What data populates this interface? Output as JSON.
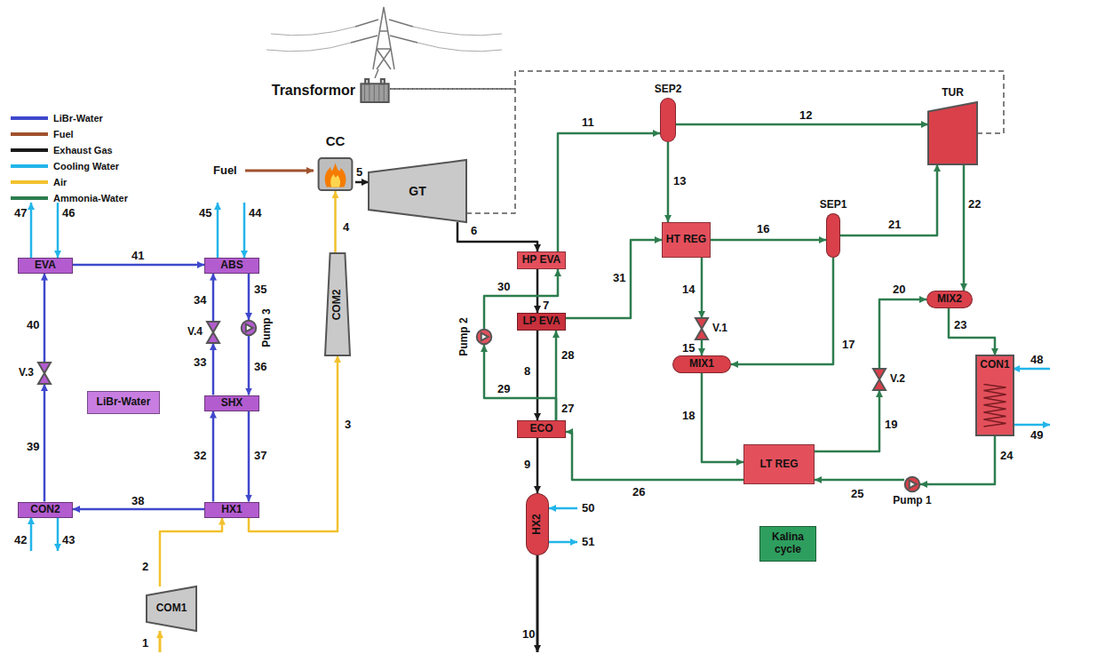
{
  "diagram": {
    "nodes": [
      {
        "text": [
          "Transformor"
        ]
      },
      {
        "text": [
          "CC"
        ]
      },
      {
        "text": [
          "GT"
        ]
      },
      {
        "text": [
          "COM2"
        ]
      },
      {
        "text": [
          "COM1"
        ]
      },
      {
        "text": [
          "HX1"
        ]
      },
      {
        "text": [
          "CON2"
        ]
      },
      {
        "text": [
          "EVA"
        ]
      },
      {
        "text": [
          "ABS"
        ]
      },
      {
        "text": [
          "SHX"
        ]
      },
      {
        "text": [
          "V.3"
        ]
      },
      {
        "text": [
          "V.4"
        ]
      },
      {
        "text": [
          "Pump 3"
        ]
      },
      {
        "text": [
          "LiBr-Water"
        ]
      },
      {
        "text": [
          "HP EVA"
        ]
      },
      {
        "text": [
          "LP EVA"
        ]
      },
      {
        "text": [
          "ECO"
        ]
      },
      {
        "text": [
          "HX2"
        ]
      },
      {
        "text": [
          "Pump 2"
        ]
      },
      {
        "text": [
          "SEP2"
        ]
      },
      {
        "text": [
          "TUR"
        ]
      },
      {
        "text": [
          "HT REG"
        ]
      },
      {
        "text": [
          "SEP1"
        ]
      },
      {
        "text": [
          "V.1"
        ]
      },
      {
        "text": [
          "MIX1"
        ]
      },
      {
        "text": [
          "MIX2"
        ]
      },
      {
        "text": [
          "V.2"
        ]
      },
      {
        "text": [
          "CON1"
        ]
      },
      {
        "text": [
          "LT REG"
        ]
      },
      {
        "text": [
          "Pump 1"
        ]
      },
      {
        "text": [
          "Kalina cycle"
        ]
      }
    ],
    "edges": [
      {
        "from": 4,
        "to": 5,
        "arrow": "to"
      },
      {
        "from": 5,
        "to": 3,
        "arrow": "to"
      },
      {
        "from": 3,
        "to": 1,
        "arrow": "to"
      },
      {
        "from": 1,
        "to": 2,
        "arrow": "to"
      },
      {
        "from": 2,
        "to": 14,
        "arrow": "to"
      },
      {
        "from": 14,
        "to": 15,
        "arrow": "to"
      },
      {
        "from": 15,
        "to": 16,
        "arrow": "to"
      },
      {
        "from": 16,
        "to": 17,
        "arrow": "to"
      },
      {
        "from": 29,
        "to": 28,
        "arrow": "to"
      },
      {
        "from": 28,
        "to": 16,
        "arrow": "to"
      },
      {
        "from": 16,
        "to": 15,
        "arrow": "to"
      },
      {
        "from": 16,
        "to": 18,
        "arrow": "to"
      },
      {
        "from": 18,
        "to": 14,
        "arrow": "to"
      },
      {
        "from": 14,
        "to": 19,
        "arrow": "to"
      },
      {
        "from": 15,
        "to": 21,
        "arrow": "to"
      },
      {
        "from": 19,
        "to": 20,
        "arrow": "to"
      },
      {
        "from": 19,
        "to": 21,
        "arrow": "to"
      },
      {
        "from": 21,
        "to": 22,
        "arrow": "to"
      },
      {
        "from": 21,
        "to": 23,
        "arrow": "to"
      },
      {
        "from": 23,
        "to": 24,
        "arrow": "to"
      },
      {
        "from": 22,
        "to": 24,
        "arrow": "to"
      },
      {
        "from": 22,
        "to": 20,
        "arrow": "to"
      },
      {
        "from": 20,
        "to": 25,
        "arrow": "to"
      },
      {
        "from": 24,
        "to": 28,
        "arrow": "to"
      },
      {
        "from": 28,
        "to": 26,
        "arrow": "to"
      },
      {
        "from": 26,
        "to": 25,
        "arrow": "to"
      },
      {
        "from": 25,
        "to": 27,
        "arrow": "to"
      },
      {
        "from": 27,
        "to": 29,
        "arrow": "to"
      },
      {
        "from": 5,
        "to": 6,
        "arrow": "to"
      },
      {
        "from": 6,
        "to": 10,
        "arrow": "to"
      },
      {
        "from": 10,
        "to": 7,
        "arrow": "to"
      },
      {
        "from": 7,
        "to": 8,
        "arrow": "to"
      },
      {
        "from": 8,
        "to": 12,
        "arrow": "to"
      },
      {
        "from": 12,
        "to": 9,
        "arrow": "to"
      },
      {
        "from": 9,
        "to": 5,
        "arrow": "to"
      },
      {
        "from": 5,
        "to": 9,
        "arrow": "to"
      },
      {
        "from": 9,
        "to": 11,
        "arrow": "to"
      },
      {
        "from": 11,
        "to": 8,
        "arrow": "to"
      },
      {
        "from": 2,
        "to": 0,
        "arrow": "none"
      },
      {
        "from": 20,
        "to": 0,
        "arrow": "none"
      }
    ],
    "labels": [
      "Fuel",
      "1",
      "2",
      "3",
      "4",
      "5",
      "6",
      "7",
      "8",
      "9",
      "10",
      "11",
      "12",
      "13",
      "14",
      "15",
      "16",
      "17",
      "18",
      "19",
      "20",
      "21",
      "22",
      "23",
      "24",
      "25",
      "26",
      "27",
      "28",
      "29",
      "30",
      "31",
      "32",
      "33",
      "34",
      "35",
      "36",
      "37",
      "38",
      "39",
      "40",
      "41",
      "42",
      "43",
      "44",
      "45",
      "46",
      "47",
      "48",
      "49",
      "50",
      "51"
    ],
    "legend": [
      {
        "text": "LiBr-Water",
        "color": "#3f48cc"
      },
      {
        "text": "Fuel",
        "color": "#a0522d"
      },
      {
        "text": "Exhaust Gas",
        "color": "#1a1a1a"
      },
      {
        "text": "Cooling Water",
        "color": "#22b5ea"
      },
      {
        "text": "Air",
        "color": "#f2c12e"
      },
      {
        "text": "Ammonia-Water",
        "color": "#2e7d4f"
      }
    ]
  }
}
